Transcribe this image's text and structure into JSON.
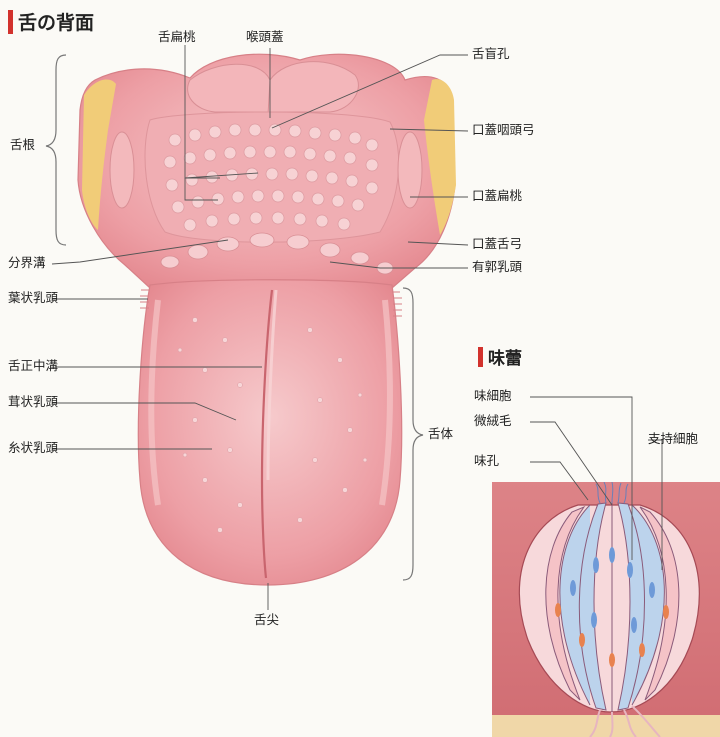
{
  "headings": {
    "main": "舌の背面",
    "taste_bud": "味蕾"
  },
  "labels": {
    "palatine_tonsil_lingual": "舌扁桃",
    "epiglottis": "喉頭蓋",
    "foramen_cecum": "舌盲孔",
    "palatopharyngeal_arch": "口蓋咽頭弓",
    "palatine_tonsil": "口蓋扁桃",
    "palatoglossal_arch": "口蓋舌弓",
    "vallate_papillae": "有郭乳頭",
    "root": "舌根",
    "terminal_sulcus": "分界溝",
    "foliate_papillae": "葉状乳頭",
    "median_sulcus": "舌正中溝",
    "fungiform_papillae": "茸状乳頭",
    "filiform_papillae": "糸状乳頭",
    "body": "舌体",
    "apex": "舌尖",
    "gustatory_cell": "味細胞",
    "microvilli": "微絨毛",
    "taste_pore": "味孔",
    "supporting_cell": "支持細胞"
  },
  "colors": {
    "accent_bar": "#d2322d",
    "tongue_fill": "#ec9ea4",
    "tongue_light": "#f5c4c6",
    "tonsil_yellow": "#f1cc78",
    "taste_bud_blue": "#bcd3ec",
    "tissue_pink": "#d8797c"
  }
}
